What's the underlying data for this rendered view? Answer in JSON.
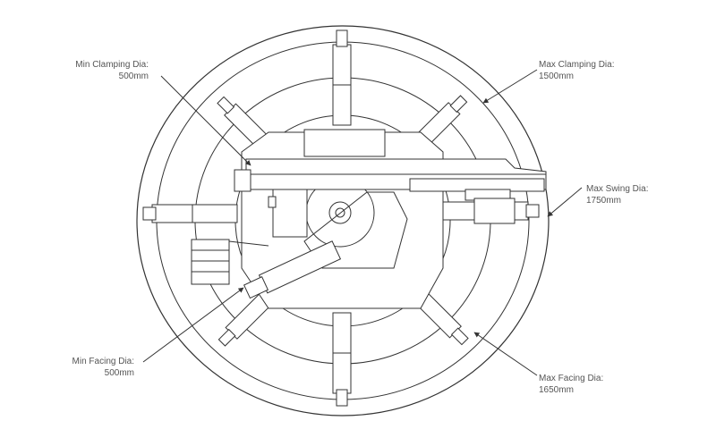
{
  "annotations": {
    "min_clamping": {
      "name": "Min Clamping Dia:",
      "value": "500mm"
    },
    "max_clamping": {
      "name": "Max Clamping Dia:",
      "value": "1500mm"
    },
    "max_swing": {
      "name": "Max Swing Dia:",
      "value": "1750mm"
    },
    "min_facing": {
      "name": "Min Facing Dia:",
      "value": "500mm"
    },
    "max_facing": {
      "name": "Max Facing Dia:",
      "value": "1650mm"
    }
  },
  "colors": {
    "line": "#333333",
    "label": "#555555",
    "background": "#ffffff"
  }
}
